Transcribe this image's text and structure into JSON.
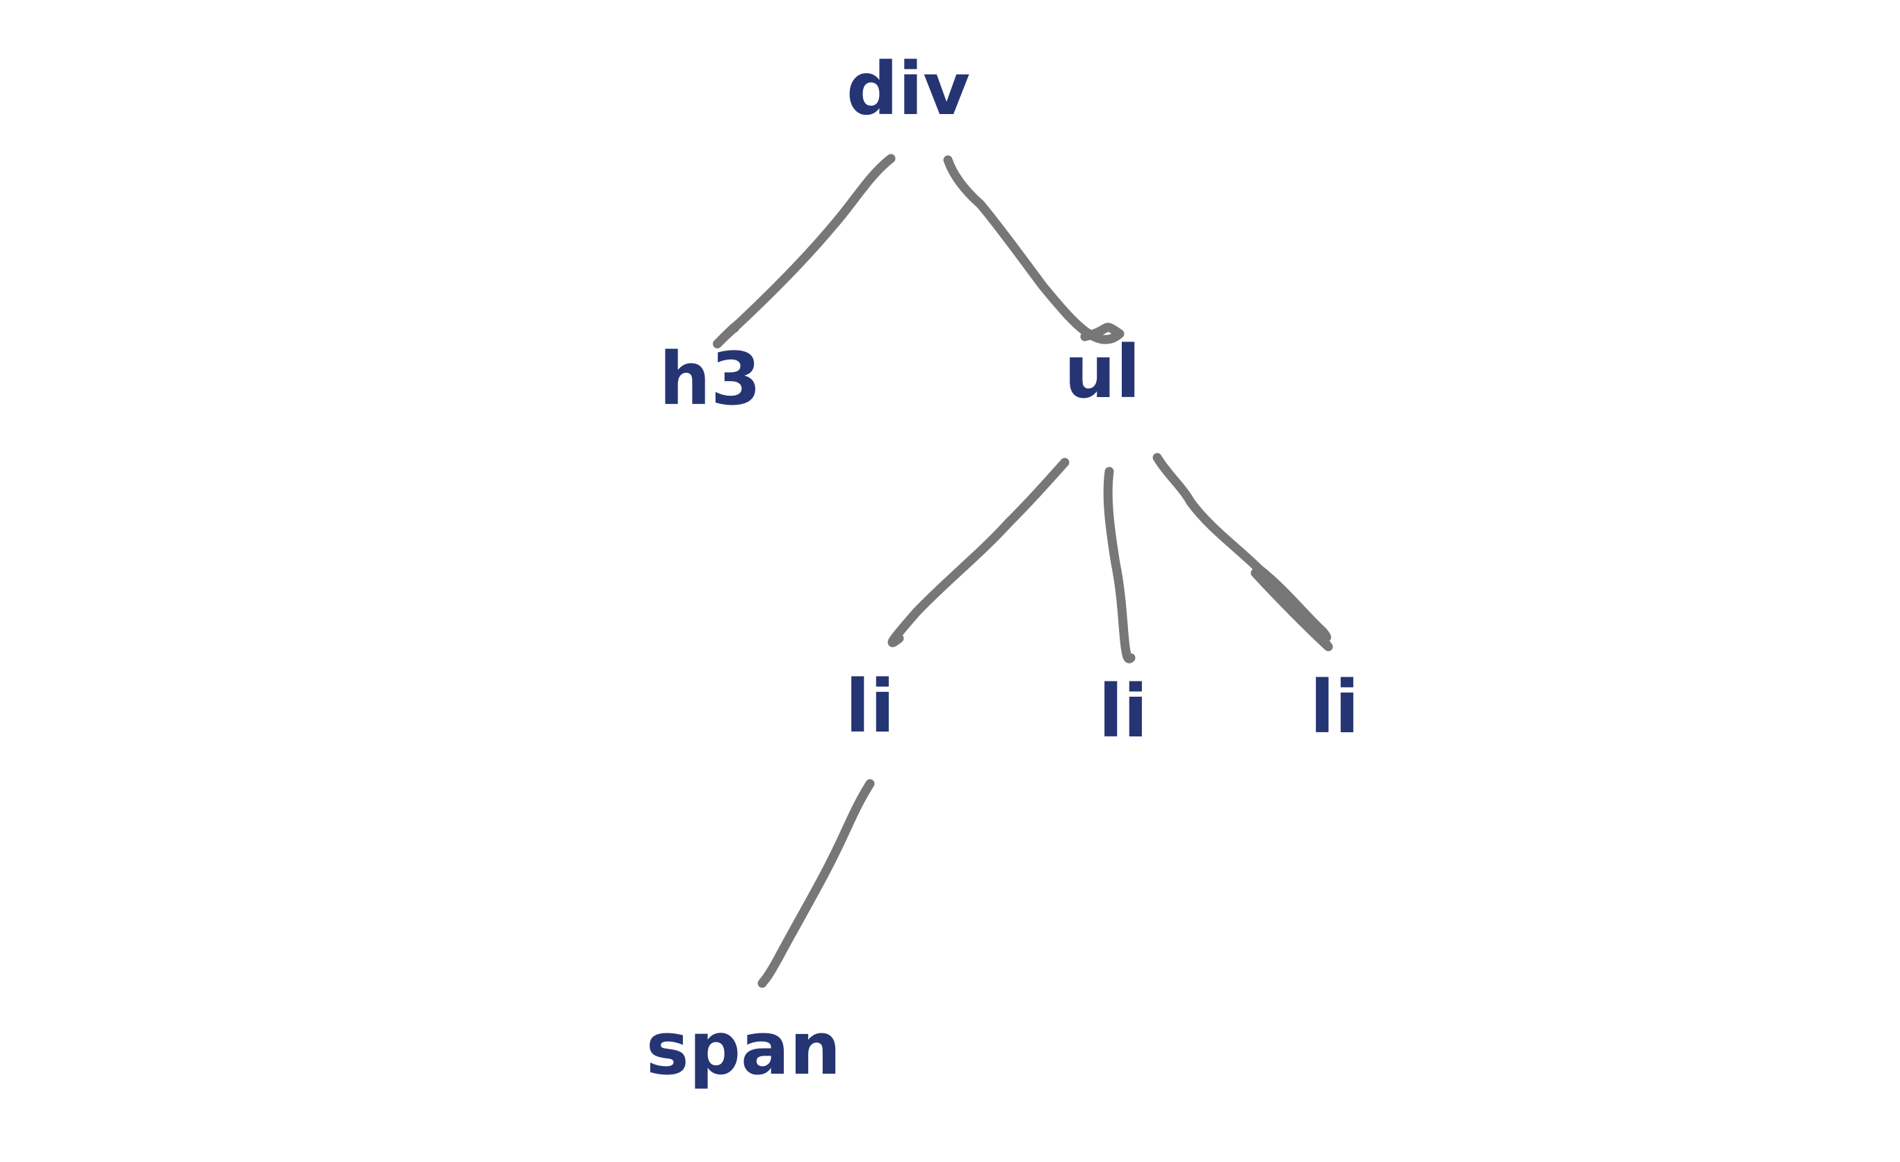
{
  "colors": {
    "node_text": "#253573",
    "edge": "#777777",
    "background": "#ffffff"
  },
  "nodes": {
    "div": "div",
    "h3": "h3",
    "ul": "ul",
    "li_1": "li",
    "li_2": "li",
    "li_3": "li",
    "span": "span"
  }
}
